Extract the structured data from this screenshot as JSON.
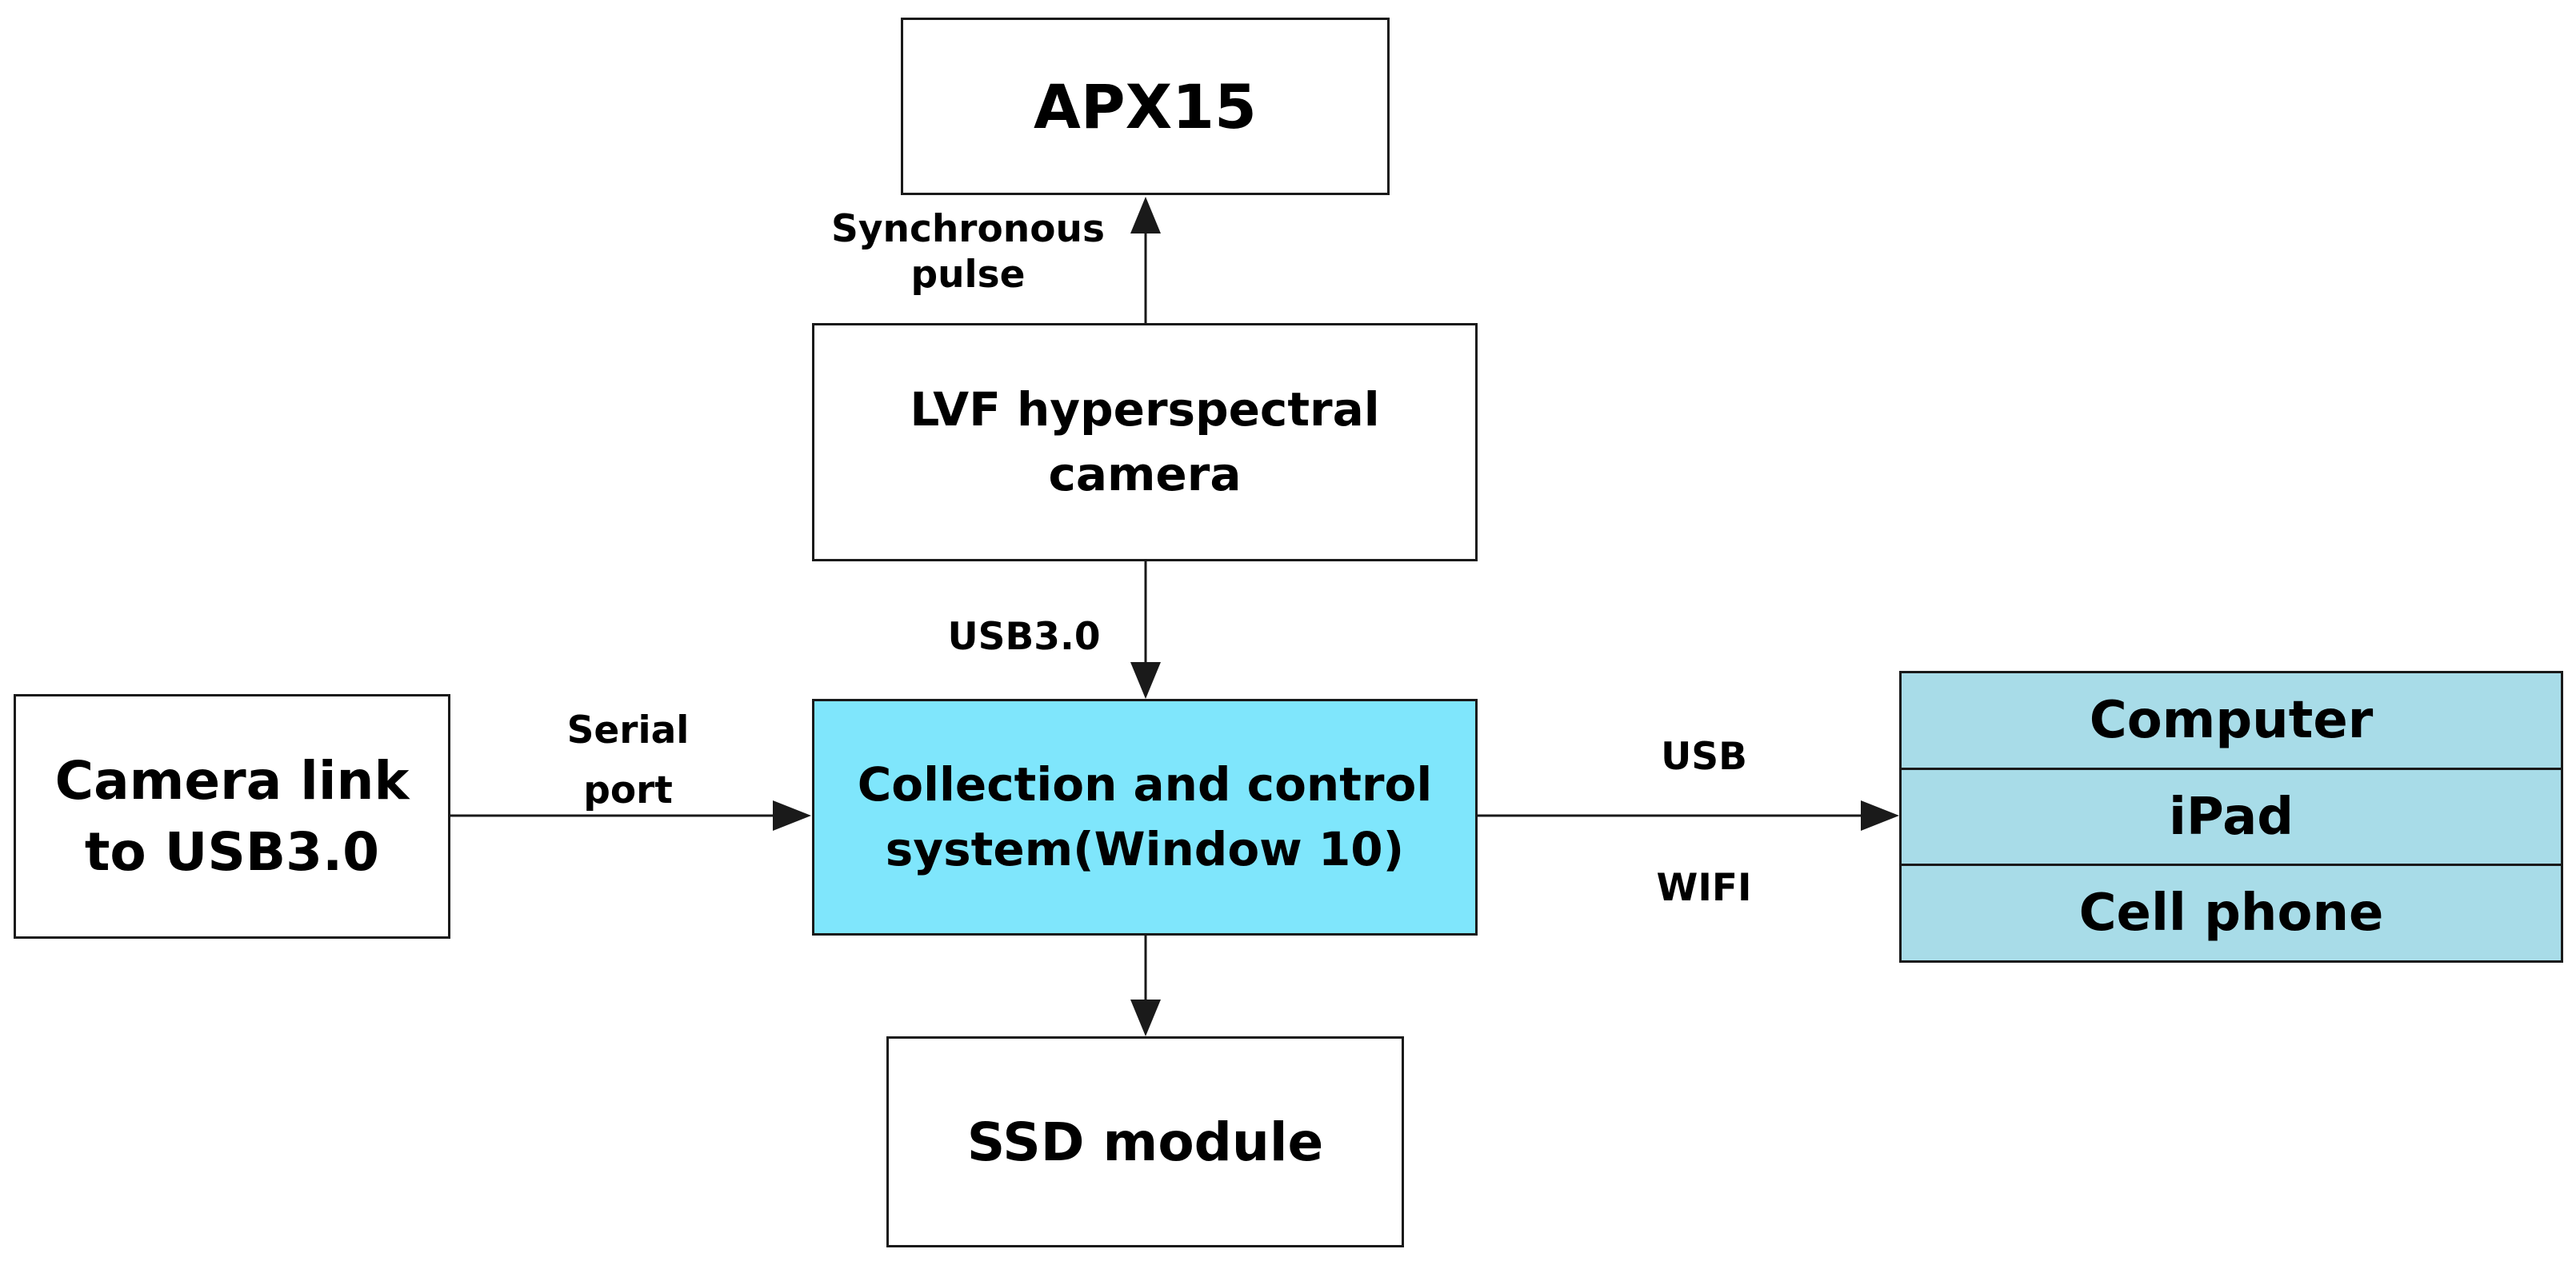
{
  "nodes": {
    "apx15": "APX15",
    "lvf_camera": "LVF hyperspectral\ncamera",
    "camera_link": "Camera link\nto USB3.0",
    "collection_system": "Collection and control\nsystem(Window 10)",
    "ssd_module": "SSD module",
    "devices": [
      "Computer",
      "iPad",
      "Cell phone"
    ]
  },
  "edges": {
    "sync_pulse": "Synchronous\npulse",
    "usb30": "USB3.0",
    "serial_port": "Serial\nport",
    "usb": "USB",
    "wifi": "WIFI"
  },
  "colors": {
    "collection_fill": "#7fe6fc",
    "devices_fill": "#a8dce8",
    "line": "#1a1a1a"
  }
}
